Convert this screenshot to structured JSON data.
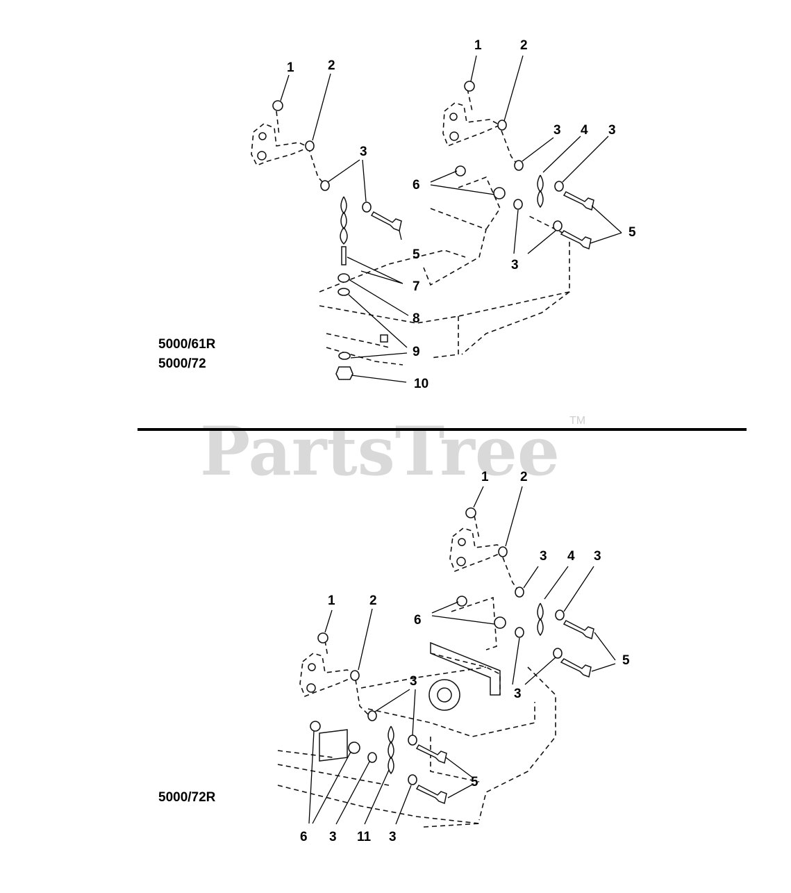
{
  "watermark": {
    "text": "PartsTree",
    "trademark": "TM"
  },
  "sections": [
    {
      "models": [
        "5000/61R",
        "5000/72"
      ],
      "callouts": [
        "1",
        "2",
        "3",
        "1",
        "2",
        "3",
        "4",
        "3",
        "6",
        "5",
        "5",
        "3",
        "3",
        "7",
        "8",
        "9",
        "9",
        "10"
      ]
    },
    {
      "models": [
        "5000/72R"
      ],
      "callouts": [
        "1",
        "2",
        "3",
        "4",
        "3",
        "6",
        "5",
        "3",
        "1",
        "2",
        "3",
        "3",
        "5",
        "6",
        "3",
        "11",
        "3"
      ]
    }
  ]
}
